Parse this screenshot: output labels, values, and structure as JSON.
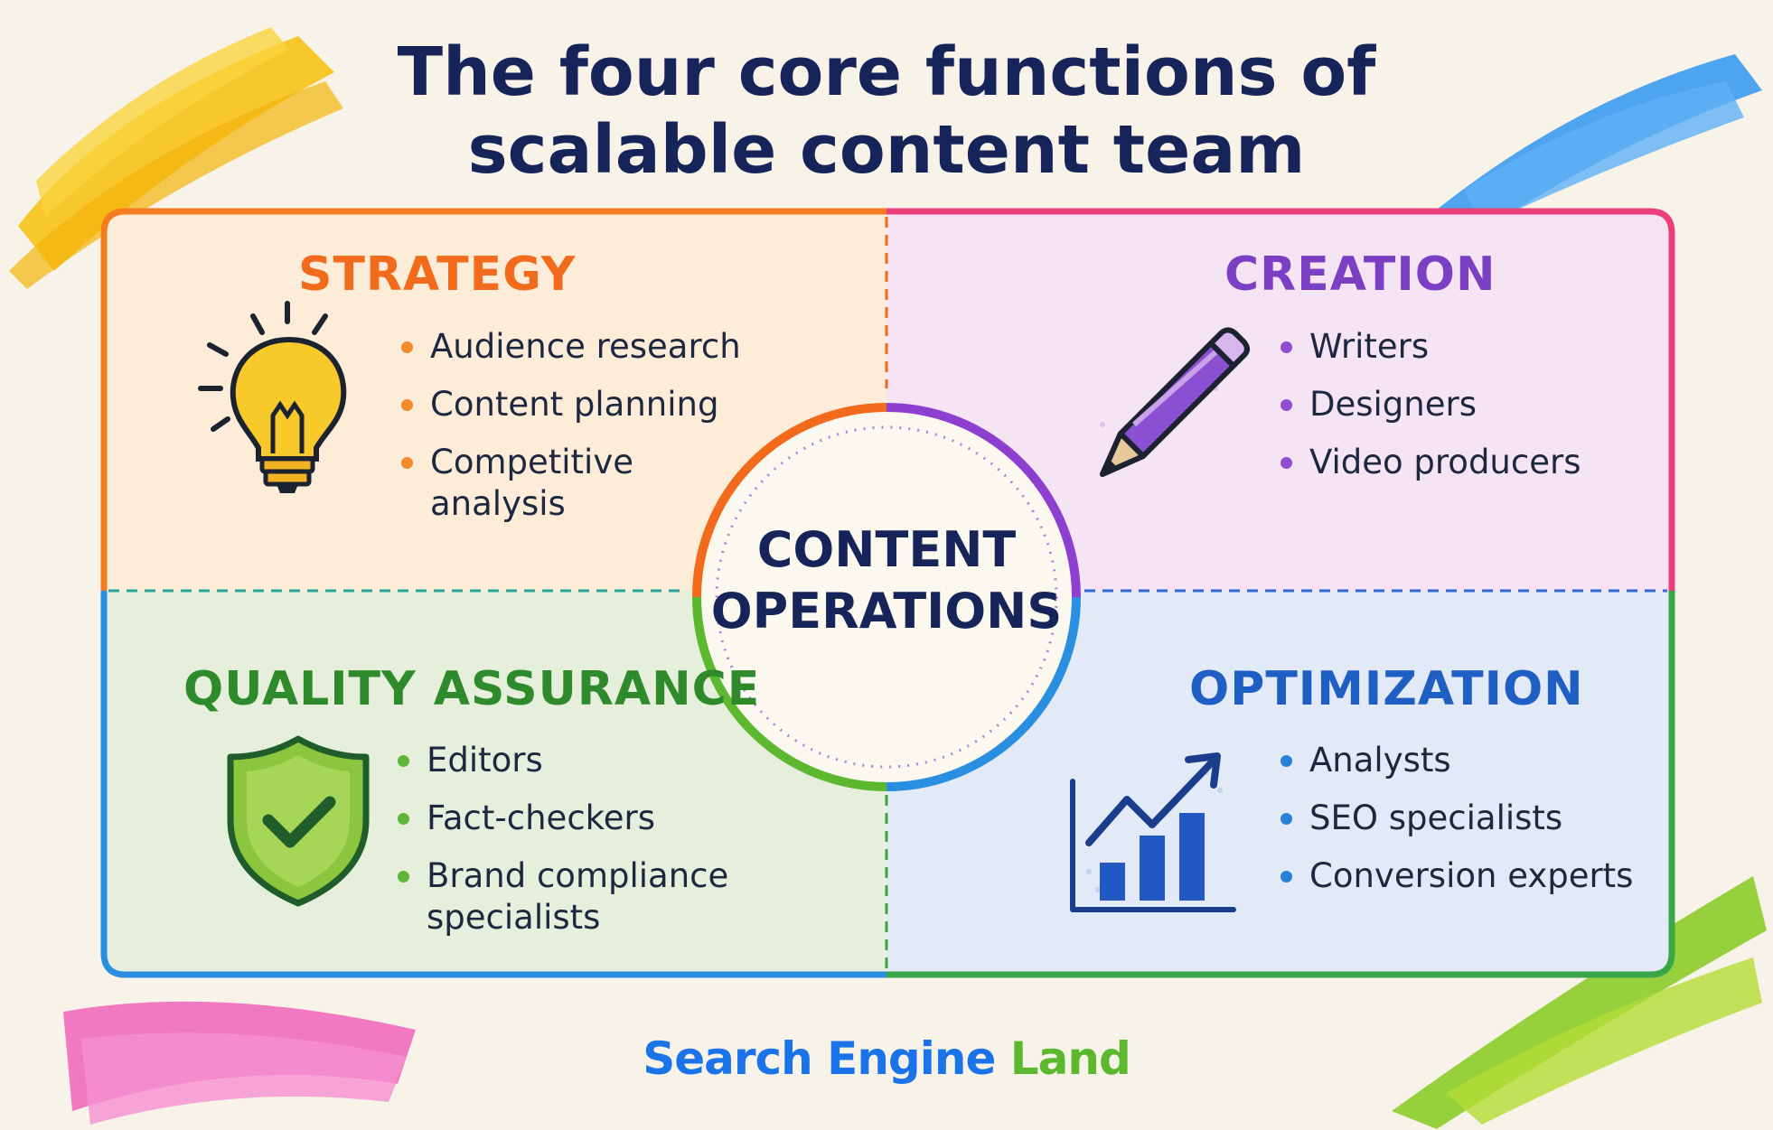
{
  "title": {
    "line1": "The four core functions of",
    "line2": "scalable content team"
  },
  "center": {
    "line1": "CONTENT",
    "line2": "OPERATIONS"
  },
  "quadrants": {
    "strategy": {
      "heading": "STRATEGY",
      "color": "#f26a1b",
      "bullet_color": "#f08a2a",
      "icon": "lightbulb-icon",
      "items": [
        "Audience research",
        "Content planning",
        "Competitive",
        "analysis"
      ]
    },
    "creation": {
      "heading": "CREATION",
      "color": "#7b3fc4",
      "bullet_color": "#8e4fcf",
      "icon": "pencil-icon",
      "items": [
        "Writers",
        "Designers",
        "Video producers"
      ]
    },
    "quality": {
      "heading": "QUALITY ASSURANCE",
      "color": "#2e8a2a",
      "bullet_color": "#5fb43a",
      "icon": "shield-check-icon",
      "items": [
        "Editors",
        "Fact-checkers",
        "Brand compliance",
        "specialists"
      ]
    },
    "optimization": {
      "heading": "OPTIMIZATION",
      "color": "#1f5fc4",
      "bullet_color": "#2a7fd9",
      "icon": "growth-chart-icon",
      "items": [
        "Analysts",
        "SEO specialists",
        "Conversion experts"
      ]
    }
  },
  "logo": {
    "part1": "Search Engine",
    "part2": " Land",
    "color1": "#1a73e8",
    "color2": "#5cb82e"
  }
}
